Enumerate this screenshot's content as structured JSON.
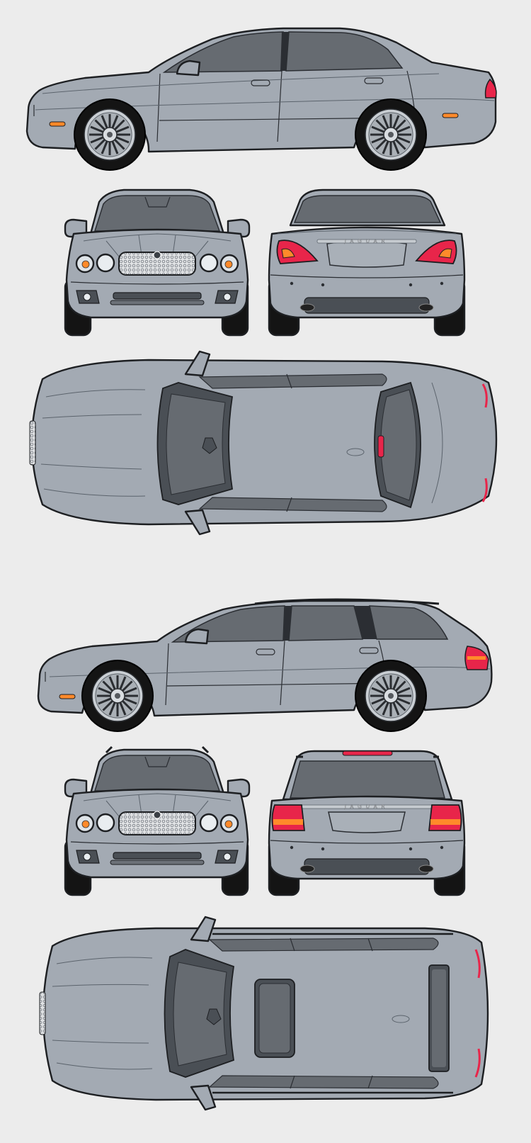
{
  "colors": {
    "background": "#ececec",
    "body": "#a3aab3",
    "body_light": "#b9c0c8",
    "body_shade": "#8d949c",
    "glass": "#666b71",
    "glass_dark": "#4a4f55",
    "outline": "#1d1f22",
    "tyre": "#141414",
    "rim": "#c9ced3",
    "tail_light": "#e8254a",
    "indicator": "#ff8a2a",
    "grille": "#d6d8da"
  },
  "badges": {
    "saloon_rear": "JAGUAR",
    "estate_rear": "JAGUAR"
  },
  "views": [
    {
      "id": "saloon-side",
      "variant": "saloon"
    },
    {
      "id": "saloon-front",
      "variant": "saloon"
    },
    {
      "id": "saloon-rear",
      "variant": "saloon"
    },
    {
      "id": "saloon-top",
      "variant": "saloon"
    },
    {
      "id": "estate-side",
      "variant": "estate"
    },
    {
      "id": "estate-front",
      "variant": "estate"
    },
    {
      "id": "estate-rear",
      "variant": "estate"
    },
    {
      "id": "estate-top",
      "variant": "estate"
    }
  ]
}
